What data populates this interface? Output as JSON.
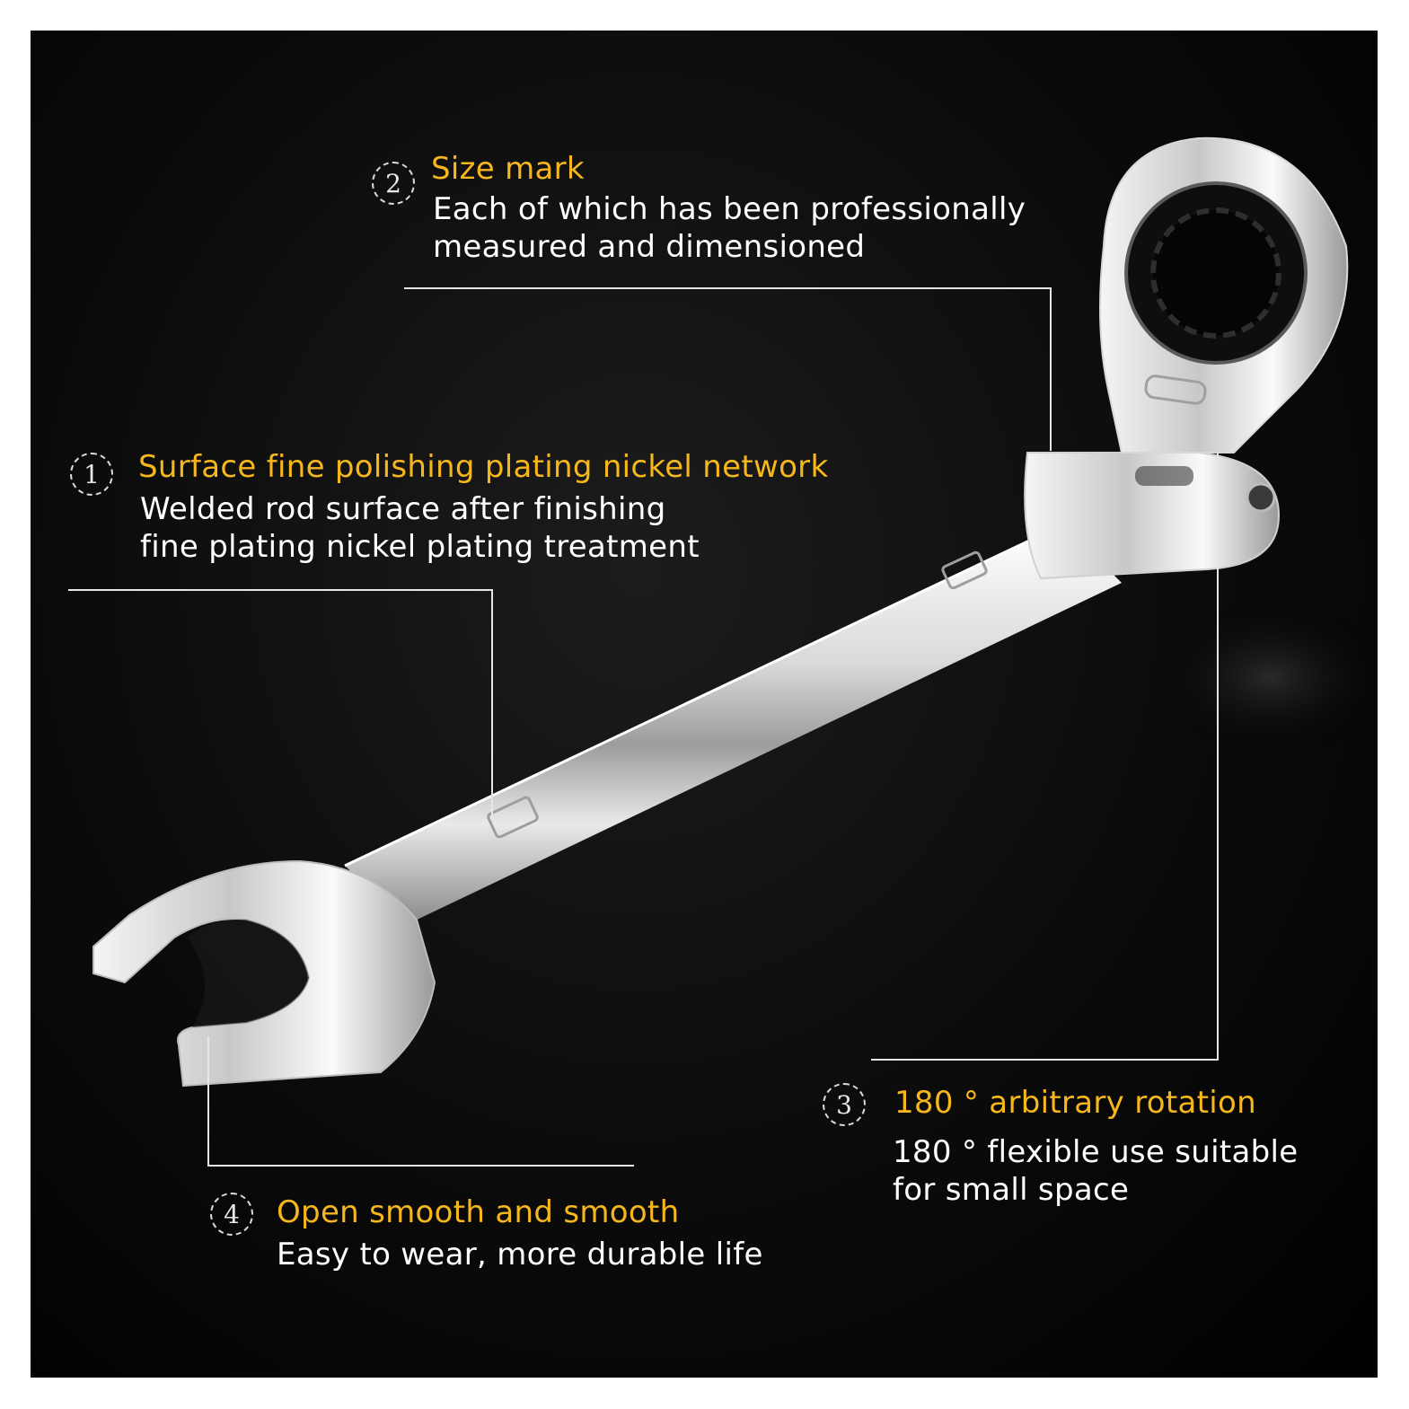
{
  "colors": {
    "title": "#f6b71c",
    "text": "#ffffff",
    "background": "#000000",
    "frame": "#ffffff",
    "leader_line": "#e6e6e6"
  },
  "icons": {
    "badge": "dashed-circle-number",
    "product": "flexible-ratchet-combination-wrench"
  },
  "features": [
    {
      "number": "1",
      "title": "Surface fine polishing plating nickel network",
      "lines": [
        "Welded rod surface after finishing",
        "fine plating nickel plating treatment"
      ]
    },
    {
      "number": "2",
      "title": "Size mark",
      "lines": [
        "Each of which has been professionally",
        "measured and dimensioned"
      ]
    },
    {
      "number": "3",
      "title": "180 ° arbitrary rotation",
      "lines": [
        "180 ° flexible use suitable",
        "for small space"
      ]
    },
    {
      "number": "4",
      "title": "Open smooth and smooth",
      "lines": [
        "Easy to wear, more durable life"
      ]
    }
  ]
}
